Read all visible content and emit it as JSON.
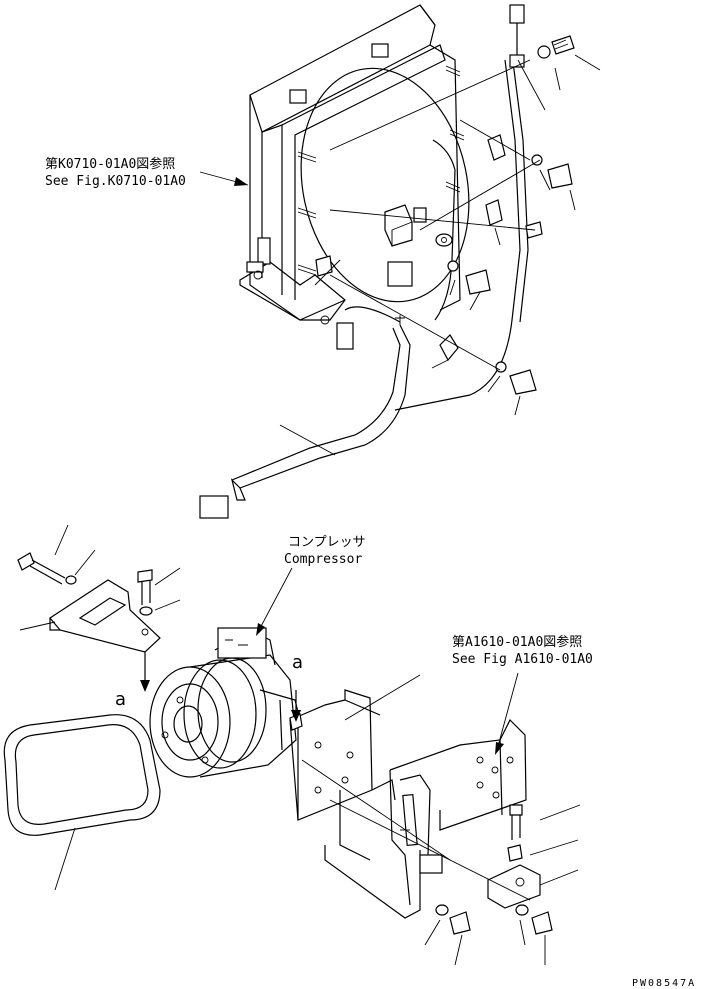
{
  "labels": {
    "ref_radiator_jp": "第K0710-01A0図参照",
    "ref_radiator_en": "See Fig.K0710-01A0",
    "compressor_jp": "コンプレッサ",
    "compressor_en": "Compressor",
    "ref_bracket_jp": "第A1610-01A0図参照",
    "ref_bracket_en": "See Fig A1610-01A0",
    "marker_a_left": "a",
    "marker_a_right": "a",
    "drawing_code": "PW08547A"
  }
}
